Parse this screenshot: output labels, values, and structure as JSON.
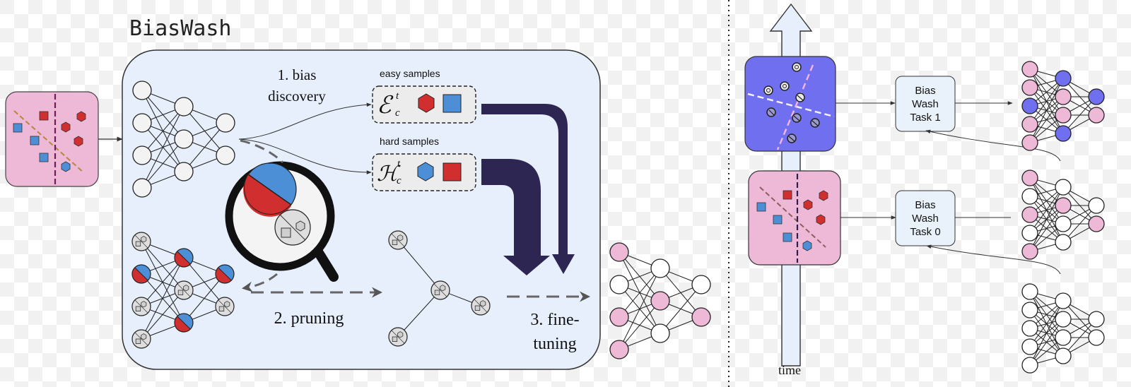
{
  "title": "BiasWash",
  "labels": {
    "step1_line1": "1. bias",
    "step1_line2": "discovery",
    "easy": "easy samples",
    "hard": "hard samples",
    "step2": "2. pruning",
    "step3_line1": "3. fine-",
    "step3_line2": "tuning",
    "time": "time"
  },
  "math": {
    "easy_symbol": "ℰ",
    "hard_symbol": "ℋ",
    "superscript": "t",
    "subscript": "c"
  },
  "tasks": [
    {
      "line1": "Bias",
      "line2": "Wash",
      "line3": "Task 1"
    },
    {
      "line1": "Bias",
      "line2": "Wash",
      "line3": "Task 0"
    }
  ],
  "colors": {
    "panel_fill": "#e6effb",
    "pink": "#eeb8d7",
    "purple": "#6f6ff0",
    "red": "#d12f2f",
    "blue": "#4d8fd6",
    "dark_arrow": "#2e2652",
    "task_fill": "#e9f2fb"
  }
}
